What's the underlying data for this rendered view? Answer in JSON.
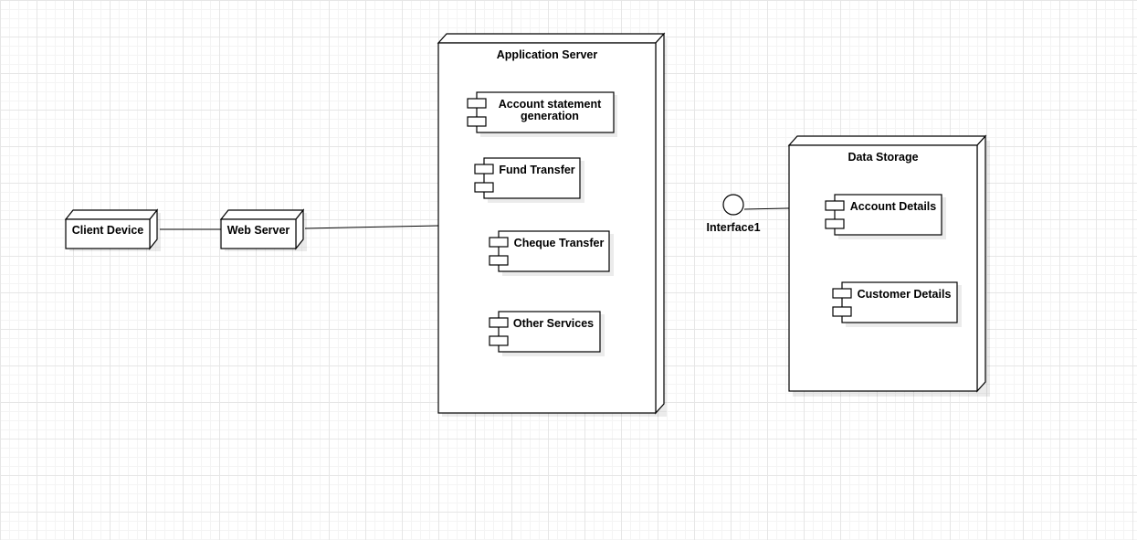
{
  "nodes": {
    "client_device": "Client Device",
    "web_server": "Web Server",
    "application_server": "Application Server",
    "data_storage": "Data Storage"
  },
  "components": {
    "account_statement_line1": "Account statement",
    "account_statement_line2": "generation",
    "fund_transfer": "Fund Transfer",
    "cheque_transfer": "Cheque Transfer",
    "other_services": "Other Services",
    "account_details": "Account Details",
    "customer_details": "Customer Details"
  },
  "interface": {
    "label": "Interface1"
  },
  "colors": {
    "stroke": "#000000",
    "fill": "#ffffff",
    "grid": "#e6e6e6"
  }
}
